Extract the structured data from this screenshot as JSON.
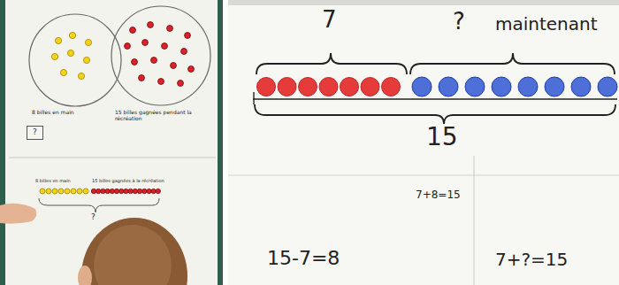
{
  "diagram": {
    "nodes": [
      {
        "text": [
          "?"
        ]
      }
    ],
    "labels": [
      "8 billes en main",
      "15 billes gagnées pendant la récréation",
      "8 billes en main",
      "15 billes gagnées à la récréation",
      "?",
      "7",
      "?",
      "maintenant",
      "15",
      "7+8=15",
      "15-7=8",
      "7+?=15"
    ]
  }
}
